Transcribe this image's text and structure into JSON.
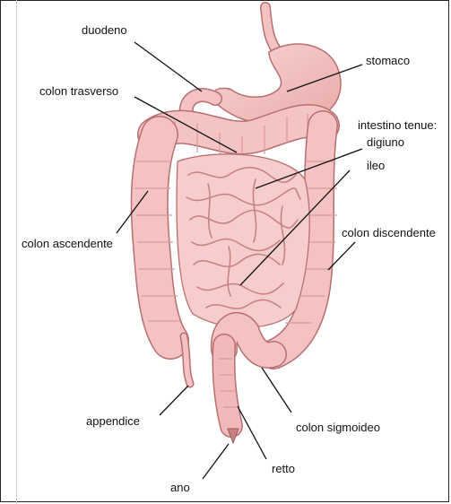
{
  "labels": {
    "duodeno": "duodeno",
    "stomaco": "stomaco",
    "colon_trasverso": "colon trasverso",
    "intestino_tenue": "intestino tenue:",
    "digiuno": "digiuno",
    "ileo": "ileo",
    "colon_ascendente": "colon ascendente",
    "colon_discendente": "colon discendente",
    "appendice": "appendice",
    "colon_sigmoideo": "colon sigmoideo",
    "retto": "retto",
    "ano": "ano"
  },
  "colors": {
    "organ_fill": "#f4c2c2",
    "organ_shade": "#e7a6a6",
    "organ_stroke": "#b86f6f",
    "leader_line": "#111111"
  }
}
